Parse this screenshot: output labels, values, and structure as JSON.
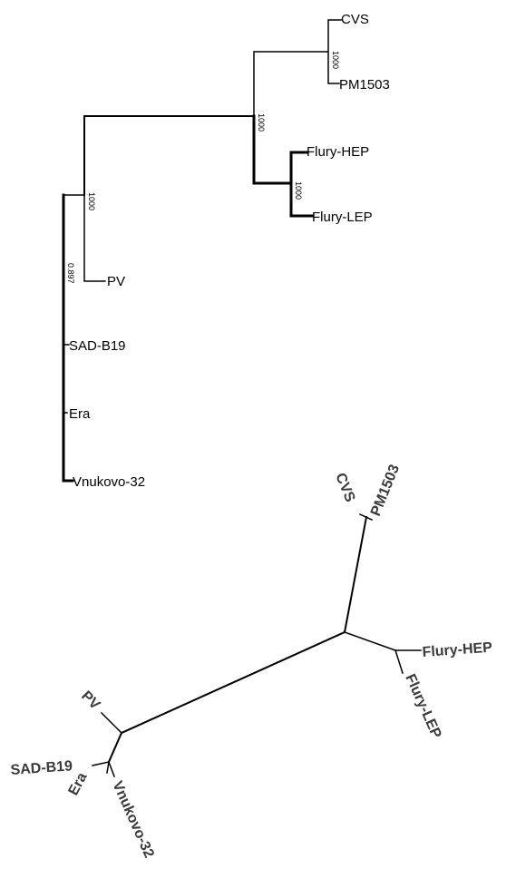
{
  "rooted_tree": {
    "leaves": [
      "CVS",
      "PM1503",
      "Flury-HEP",
      "Flury-LEP",
      "PV",
      "SAD-B19",
      "Era",
      "Vnukovo-32"
    ],
    "supports": [
      "1000",
      "1000",
      "1000",
      "1000",
      "0.897"
    ]
  },
  "unrooted_tree": {
    "leaves": [
      "CVS",
      "PM1503",
      "Flury-HEP",
      "Flury-LEP",
      "PV",
      "SAD-B19",
      "Era",
      "Vnukovo-32"
    ]
  }
}
